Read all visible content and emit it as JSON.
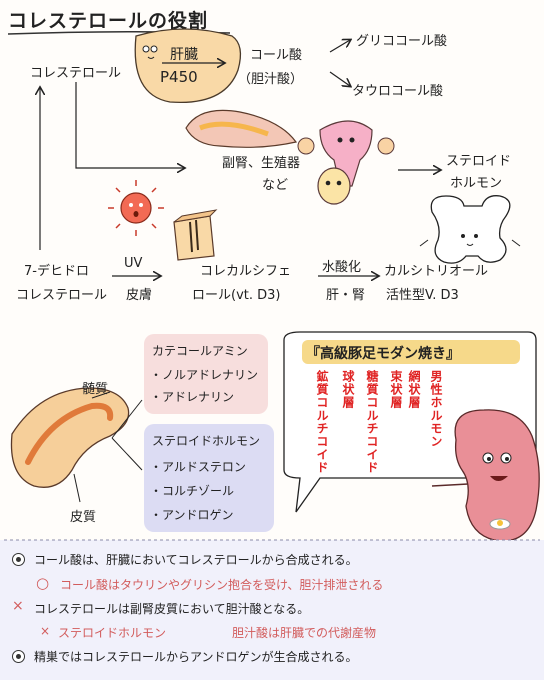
{
  "title": "コレステロールの役割",
  "liver": {
    "label": "肝臓",
    "enzyme": "P450"
  },
  "top_flow": {
    "cholesterol": "コレステロール",
    "cholic_acid": "コール酸",
    "bile_acid": "（胆汁酸）",
    "glycocholic": "グリココール酸",
    "taurocholic": "タウロコール酸"
  },
  "middle_flow": {
    "organs": "副腎、生殖器",
    "etc": "など",
    "steroid": [
      "ステロイド",
      "ホルモン"
    ]
  },
  "vitd_flow": {
    "precursor": [
      "7-デヒドロ",
      "コレステロール"
    ],
    "uv": "UV",
    "skin": "皮膚",
    "cholecalciferol": [
      "コレカルシフェ",
      "ロール(vt. D3)"
    ],
    "hydroxylation": "水酸化",
    "liver_kidney": "肝・腎",
    "calcitriol": [
      "カルシトリオール",
      "活性型V. D3"
    ]
  },
  "adrenal": {
    "medulla": "髄質",
    "cortex": "皮質",
    "catecholamine_title": "カテコールアミン",
    "catecholamines": [
      "・ノルアドレナリン",
      "・アドレナリン"
    ],
    "steroid_title": "ステロイドホルモン",
    "steroids": [
      "・アルドステロン",
      "・コルチゾール",
      "・アンドロゲン"
    ]
  },
  "mnemonic": {
    "title": "『高級豚足モダン焼き』",
    "columns": [
      "鉱質コルチコイド",
      "球状層",
      "糖質コルチコイド",
      "束状層",
      "網状層",
      "男性ホルモン"
    ]
  },
  "notes": {
    "n1": "コール酸は、肝臓においてコレステロールから合成される。",
    "n1_sub": "コール酸はタウリンやグリシン抱合を受け、胆汁排泄される",
    "n2": "コレステロールは副腎皮質において胆汁酸となる。",
    "n2_sub_left": "ステロイドホルモン",
    "n2_sub_right": "胆汁酸は肝臓での代謝産物",
    "n3": "精巣ではコレステロールからアンドロゲンが生合成される。",
    "correct_mark": "○",
    "wrong_mark": "×"
  },
  "colors": {
    "accent_red": "#e02424",
    "note_pink": "#d25c5c",
    "note_blue": "#5a6fd0",
    "highlight": "#f6d98a"
  }
}
